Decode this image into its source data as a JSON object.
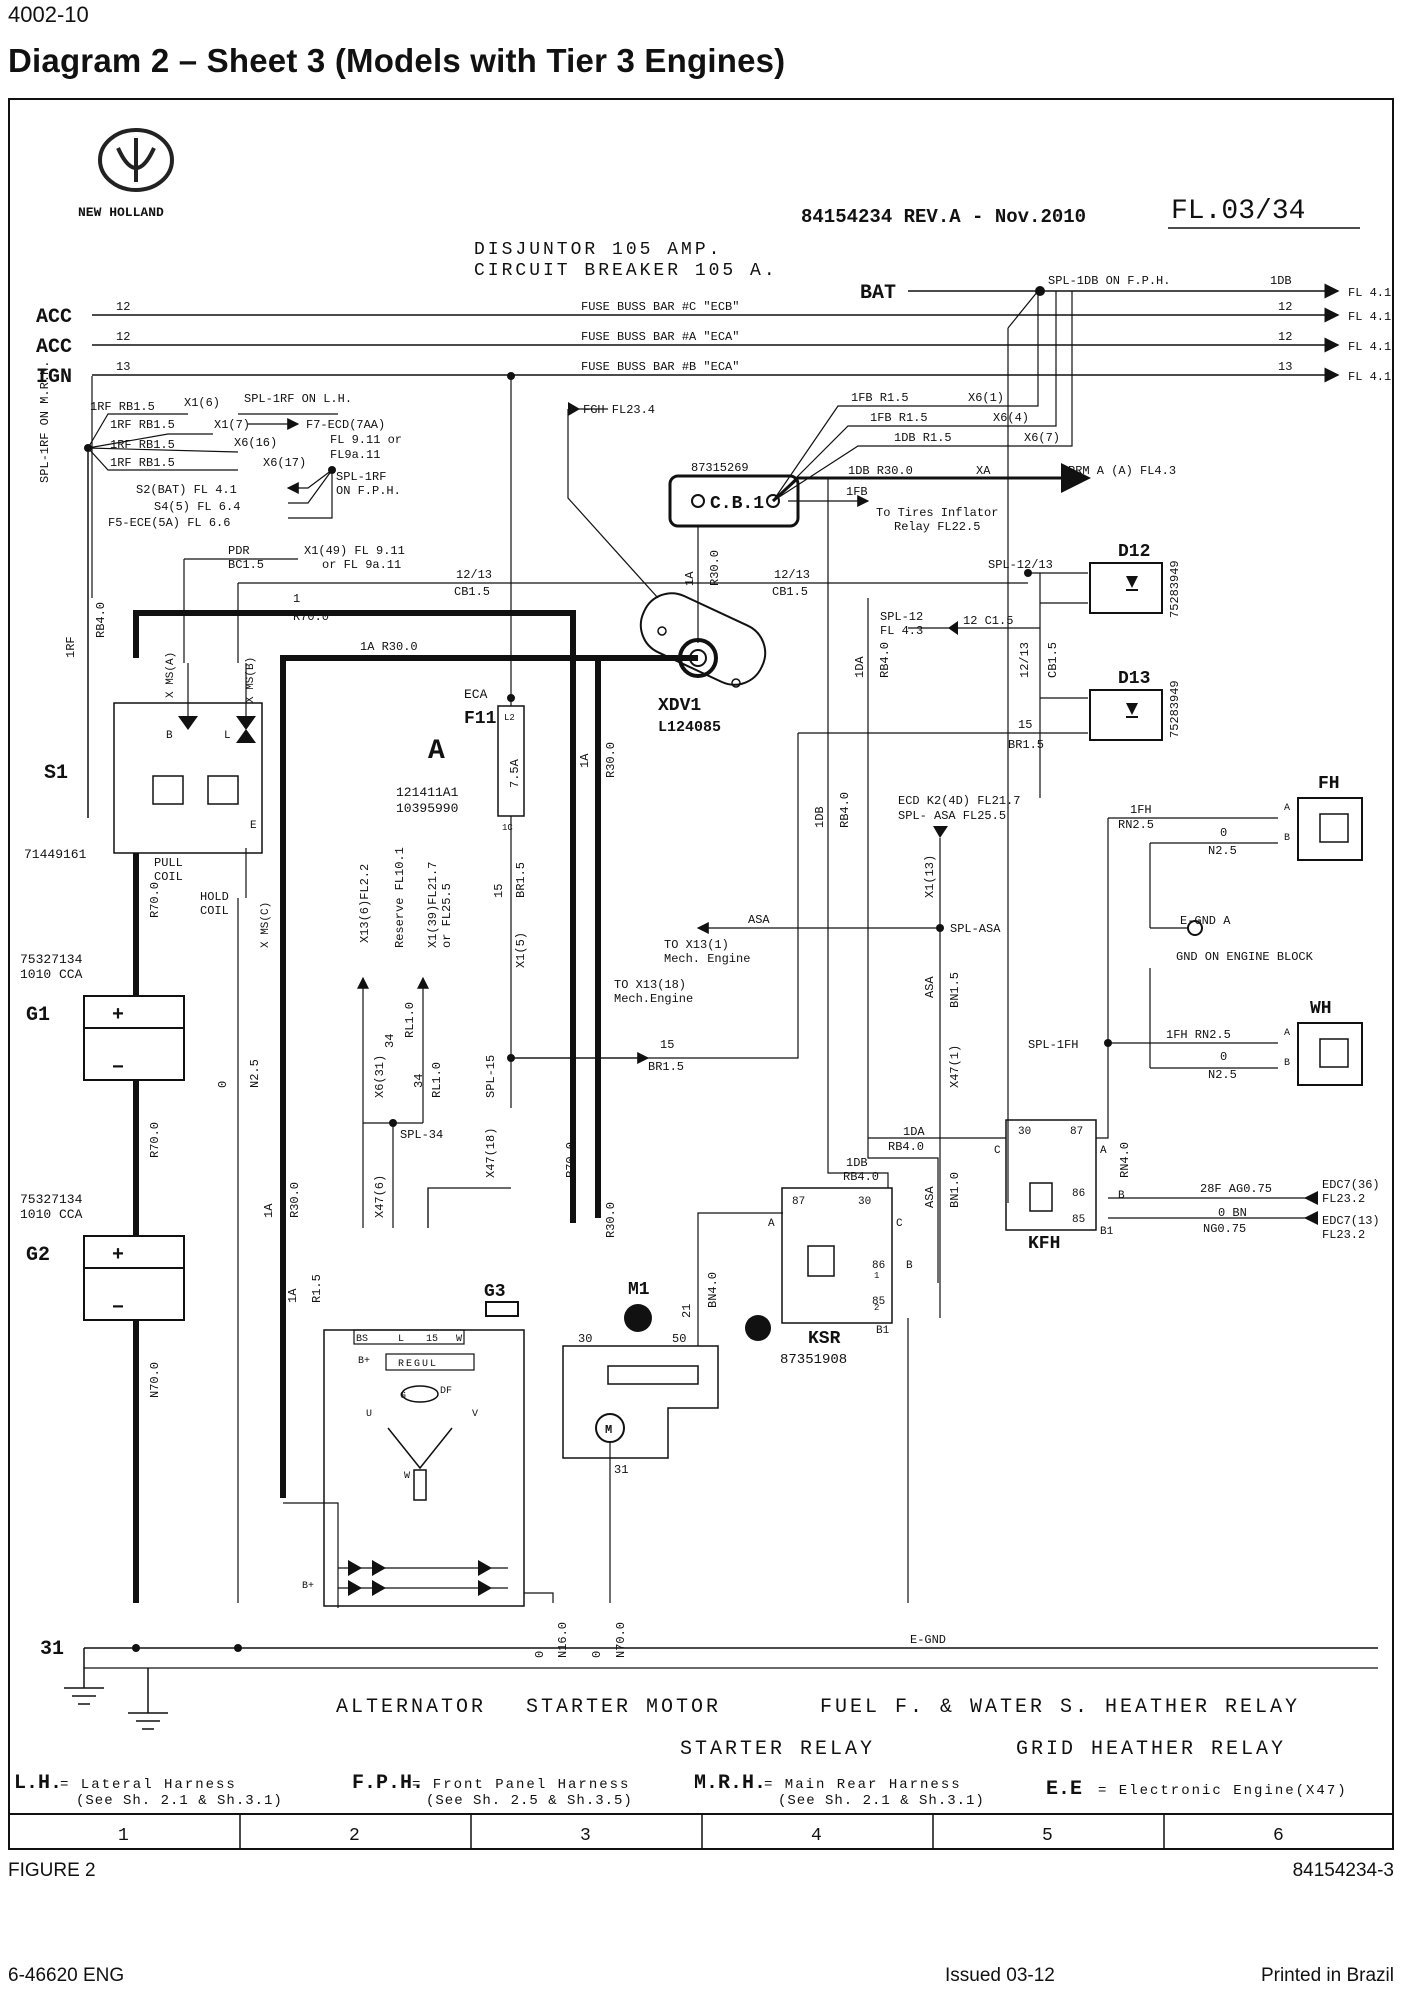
{
  "header": {
    "code": "4002-10",
    "title": "Diagram 2 – Sheet 3 (Models with Tier 3 Engines)"
  },
  "title_block": {
    "brand": "NEW HOLLAND",
    "part_rev": "84154234  REV.A  -  Nov.2010",
    "sheet_ref": "FL.03/34"
  },
  "breaker_note": [
    "DISJUNTOR 105 AMP.",
    "CIRCUIT BREAKER 105 A."
  ],
  "busses": [
    {
      "label": "ACC",
      "wire": "12",
      "name": "FUSE BUSS BAR #C \"ECB\"",
      "end_wire": "12",
      "fl": "FL 4.1"
    },
    {
      "label": "ACC",
      "wire": "12",
      "name": "FUSE BUSS BAR #A \"ECA\"",
      "end_wire": "12",
      "fl": "FL 4.1"
    },
    {
      "label": "IGN",
      "wire": "13",
      "name": "FUSE BUSS BAR #B \"ECA\"",
      "end_wire": "13",
      "fl": "FL 4.1"
    }
  ],
  "bat": {
    "label": "BAT",
    "spl": "SPL-1DB ON F.P.H.",
    "wire": "1DB",
    "fl": "FL 4.1"
  },
  "left_splices": {
    "spl_1rf_mrh": "SPL-1RF ON M.R.H.",
    "rows": [
      "1RF RB1.5",
      "1RF RB1.5",
      "1RF RB1.5",
      "1RF RB1.5"
    ],
    "connectors": [
      "X1(6)",
      "X1(7)",
      "X6(16)",
      "X6(17)"
    ],
    "spl_1rf_lh": "SPL-1RF ON L.H.",
    "f7": "F7-ECD(7AA)",
    "f7_fl": "FL 9.11 or",
    "f7_fl2": "FL9a.11",
    "spl_1rf_fph": "SPL-1RF",
    "spl_1rf_fph2": "ON F.P.H.",
    "s2": "S2(BAT) FL 4.1",
    "s4": "S4(5) FL 6.4",
    "f5": "F5-ECE(5A) FL 6.6",
    "rf1": "1RF"
  },
  "fgh": "FGH FL23.4",
  "cb1": {
    "code": "87315269",
    "label": "C.B.1",
    "wires": [
      "1FB R1.5",
      "1FB R1.5",
      "1DB R1.5"
    ],
    "conns": [
      "X6(1)",
      "X6(4)",
      "X6(7)"
    ],
    "out": "1DB  R30.0",
    "xa": "XA",
    "prm": "PRM A (A) FL4.3",
    "ffb": "1FB",
    "tires": "To Tires Inflator",
    "relay": "Relay FL22.5"
  },
  "pdr": {
    "l1": "PDR",
    "l2": "BC1.5",
    "x1": "X1(49) FL 9.11",
    "x2": "or FL 9a.11"
  },
  "cb15": {
    "w": "12/13",
    "l": "CB1.5",
    "w2": "12/13",
    "l2": "CB1.5"
  },
  "d12": {
    "label": "D12",
    "code": "75283949",
    "spl": "SPL-12/13"
  },
  "d13": {
    "label": "D13",
    "code": "75283949"
  },
  "spl12": {
    "l1": "SPL-12",
    "l2": "FL 4.3",
    "w": "12 C1.5"
  },
  "cb15_vert": "12/13",
  "cb15_vert2": "CB1.5",
  "br15_line": {
    "w": "15",
    "l": "BR1.5"
  },
  "xdv1": {
    "label": "XDV1",
    "code": "L124085"
  },
  "s1": {
    "label": "S1",
    "code": "71449161",
    "pull": "PULL",
    "pull2": "COIL",
    "hold": "HOLD",
    "hold2": "COIL",
    "xms_a": "X MS(A)",
    "xms_b": "X MS(B)",
    "xms_c": "X MS(C)",
    "b": "B",
    "l": "L",
    "e": "E"
  },
  "r70": {
    "w": "1",
    "l": "R70.0"
  },
  "r30a": {
    "w": "1A R30.0"
  },
  "rb40": "RB4.0",
  "f11": {
    "label": "F11",
    "eca": "ECA",
    "val": "7.5A",
    "l2": "L2",
    "l1c": "1C"
  },
  "module_a": {
    "label": "A",
    "c1": "121411A1",
    "c2": "10395990"
  },
  "batteries": [
    {
      "label": "G1",
      "code": "75327134",
      "cca": "1010 CCA",
      "plus": "+",
      "minus": "−"
    },
    {
      "label": "G2",
      "code": "75327134",
      "cca": "1010 CCA",
      "plus": "+",
      "minus": "−"
    }
  ],
  "wires_vert": {
    "r700_a": "R70.0",
    "r700_b": "R70.0",
    "n700_a": "N70.0",
    "n700_b": "N70.0",
    "zero_n25": "0",
    "n25": "N2.5",
    "r30_1a": "1A",
    "r30_l": "R30.0",
    "br15": "BR1.5",
    "br15_15": "15",
    "x1_5": "X1(5)",
    "x47_18": "X47(18)",
    "spl15": "SPL-15",
    "r700_c": "R70.0",
    "x13_6": "X13(6)FL2.2",
    "reserve": "Reserve FL10.1",
    "x1_39": "X1(39)FL21.7",
    "or25": "or FL25.5",
    "rl10": "RL1.0",
    "rl10b": "RL1.0",
    "x6_31": "X6(31)",
    "n34a": "34",
    "n34b": "34",
    "spl34": "SPL-34",
    "x47_6": "X47(6)",
    "r15_1a": "1A",
    "r15": "R1.5",
    "r30_a": "1A",
    "r30_b": "R30.0",
    "r30_c": "1A",
    "r30_d": "R30.0",
    "r30_e": "R30.0",
    "n160": "N16.0",
    "zero2": "0",
    "zero3": "0",
    "n700c": "N70.0",
    "bn40": "BN4.0",
    "w21": "21",
    "fdb": "1DB",
    "rb40v": "RB4.0",
    "fda": "1DA",
    "rb40w": "RB4.0",
    "asa": "ASA",
    "bn15": "BN1.5",
    "x47_1": "X47(1)",
    "asa2": "ASA",
    "bn10": "BN1.0",
    "x1_13": "X1(13)",
    "rn40": "RN4.0"
  },
  "to_x13_1": {
    "l1": "TO X13(1)",
    "l2": "Mech. Engine",
    "asa": "ASA"
  },
  "to_x13_18": {
    "l1": "TO X13(18)",
    "l2": "Mech.Engine",
    "w": "15",
    "l": "BR1.5"
  },
  "ecd": {
    "l1": "ECD K2(4D) FL21.7",
    "l2": "SPL- ASA FL25.5",
    "spl": "SPL-ASA"
  },
  "fh": {
    "label": "FH",
    "w1": "1FH",
    "l1": "RN2.5",
    "w2": "0",
    "l2": "N2.5",
    "a": "A",
    "b": "B"
  },
  "egnd": {
    "l1": "E-GND A",
    "l2": "GND ON ENGINE BLOCK"
  },
  "wh": {
    "label": "WH",
    "spl": "SPL-1FH",
    "w1": "1FH RN2.5",
    "w2": "0",
    "l2": "N2.5",
    "a": "A",
    "b": "B"
  },
  "kfh": {
    "label": "KFH",
    "p30": "30",
    "p87": "87",
    "p86": "86",
    "p85": "85",
    "c": "C",
    "a": "A",
    "b": "B",
    "b1": "B1",
    "fda": "1DA",
    "rb": "RB4.0",
    "w28": "28F AG0.75",
    "w0": "0 BN",
    "ng": "NG0.75",
    "edc1": "EDC7(36)",
    "edc1b": "FL23.2",
    "edc2": "EDC7(13)",
    "edc2b": "FL23.2"
  },
  "ksr": {
    "label": "KSR",
    "code": "87351908",
    "p87": "87",
    "p30": "30",
    "p86": "86",
    "p85": "85",
    "a": "A",
    "c": "C",
    "b": "B",
    "b1": "B1",
    "n1": "1",
    "n2": "2",
    "rb": "RB4.0",
    "w1db": "1DB"
  },
  "m1": {
    "label": "M1",
    "p30": "30",
    "p50": "50",
    "p31": "31",
    "m": "M"
  },
  "g3": {
    "label": "G3"
  },
  "alt": {
    "bs": "BS",
    "l": "L",
    "n15": "15",
    "w": "W",
    "bp": "B+",
    "regul": "REGUL",
    "g": "G",
    "df": "DF",
    "u": "U",
    "v": "V",
    "w2": "W",
    "bp2": "B+"
  },
  "ground": {
    "label": "31",
    "egnd": "E-GND"
  },
  "captions": {
    "alternator": "ALTERNATOR",
    "starter_motor": "STARTER MOTOR",
    "fuel": "FUEL F. & WATER S. HEATHER RELAY",
    "starter_relay": "STARTER RELAY",
    "grid": "GRID HEATHER RELAY"
  },
  "legend": [
    {
      "abbr": "L.H.",
      "text": "= Lateral Harness",
      "sub": "(See Sh. 2.1 & Sh.3.1)"
    },
    {
      "abbr": "F.P.H.",
      "text": "= Front Panel Harness",
      "sub": "(See Sh. 2.5 & Sh.3.5)"
    },
    {
      "abbr": "M.R.H.",
      "text": "= Main Rear Harness",
      "sub": "(See Sh. 2.1 & Sh.3.1)"
    },
    {
      "abbr": "E.E",
      "text": "= Electronic Engine(X47)",
      "sub": ""
    }
  ],
  "zones": [
    "1",
    "2",
    "3",
    "4",
    "5",
    "6"
  ],
  "figure": {
    "label": "FIGURE 2",
    "ref": "84154234-3"
  },
  "footer": {
    "left": "6-46620 ENG",
    "mid": "Issued 03-12",
    "right": "Printed in Brazil"
  }
}
